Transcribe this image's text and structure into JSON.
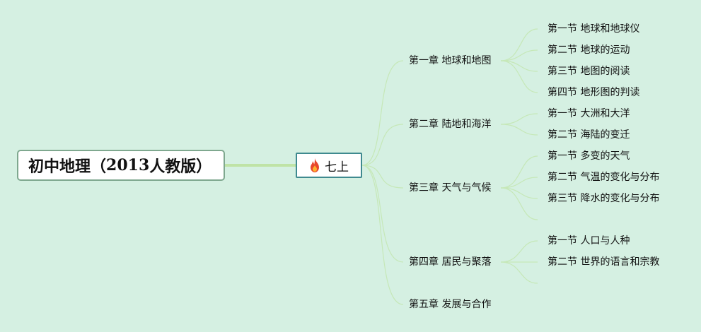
{
  "root": {
    "title_prefix": "初中地理（",
    "title_year": "2013",
    "title_suffix": "人教版）"
  },
  "grade": {
    "label": "七上",
    "icon": "fire-icon"
  },
  "colors": {
    "background": "#d5f0e2",
    "root_border": "#7fa88f",
    "grade_border": "#3f8a8f",
    "trunk_line": "#bfe3a6",
    "branch_line": "#c6e8b8"
  },
  "chapters": [
    {
      "label": "第一章 地球和地图",
      "sections": [
        "第一节 地球和地球仪",
        "第二节 地球的运动",
        "第三节 地图的阅读",
        "第四节 地形图的判读"
      ]
    },
    {
      "label": "第二章 陆地和海洋",
      "sections": [
        "第一节 大洲和大洋",
        "第二节 海陆的变迁"
      ]
    },
    {
      "label": "第三章 天气与气候",
      "sections": [
        "第一节 多变的天气",
        "第二节 气温的变化与分布",
        "第三节 降水的变化与分布",
        ""
      ]
    },
    {
      "label": "第四章 居民与聚落",
      "sections": [
        "第一节 人口与人种",
        "第二节 世界的语言和宗教",
        ""
      ]
    },
    {
      "label": "第五章 发展与合作",
      "sections": []
    }
  ]
}
